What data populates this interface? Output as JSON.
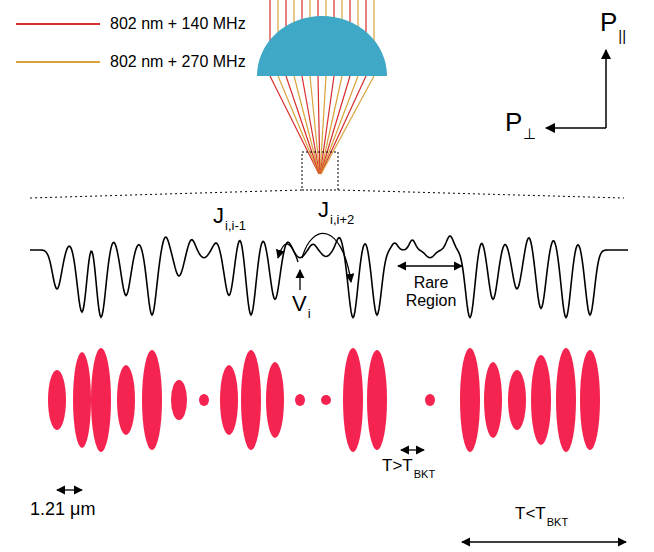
{
  "diagram": {
    "labels": [
      "P",
      "||",
      "P",
      "⊥",
      "J",
      "i,i-1",
      "J",
      "i,i+2",
      "V",
      "i",
      "Rare Region",
      "1.21 μm",
      "T>T",
      "BKT",
      "T<T",
      "BKT"
    ],
    "legend": [
      {
        "text": "802 nm + 140 MHz"
      },
      {
        "text": "802 nm + 270 MHz"
      }
    ]
  }
}
